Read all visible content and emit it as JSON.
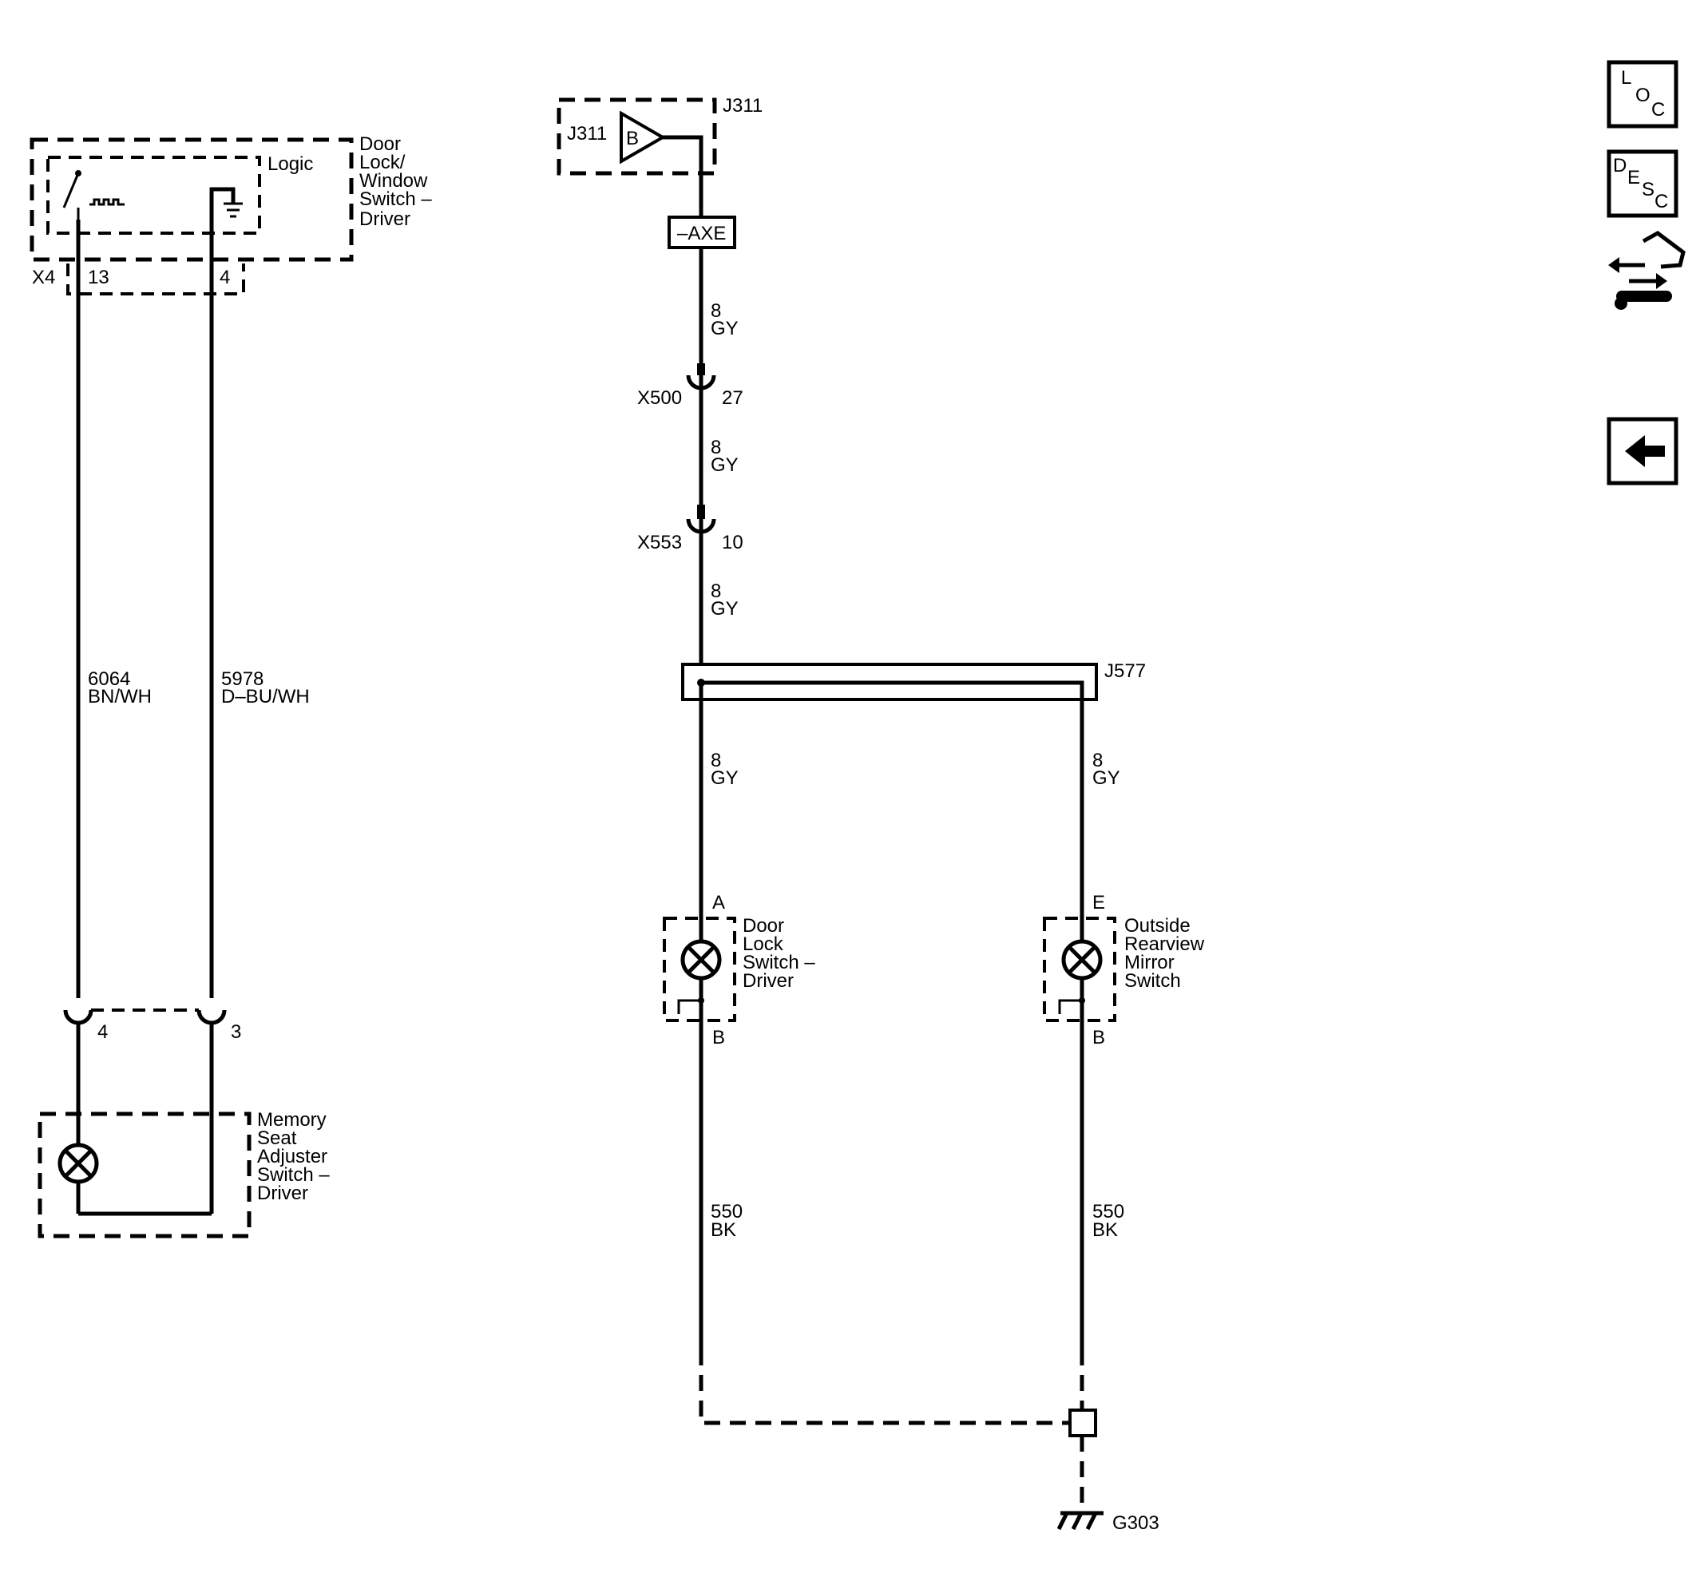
{
  "left_circuit": {
    "module": {
      "name_lines": [
        "Door",
        "Lock/",
        "Window",
        "Switch –",
        "Driver"
      ],
      "logic_label": "Logic"
    },
    "connector": {
      "id": "X4",
      "pins": [
        "13",
        "4"
      ]
    },
    "wires": [
      {
        "circuit": "6064",
        "color": "BN/WH"
      },
      {
        "circuit": "5978",
        "color": "D–BU/WH"
      }
    ],
    "lower_pins": [
      "4",
      "3"
    ],
    "memory_switch": {
      "name_lines": [
        "Memory",
        "Seat",
        "Adjuster",
        "Switch –",
        "Driver"
      ]
    }
  },
  "right_circuit": {
    "source": {
      "id_top": "J311",
      "id_left": "J311",
      "symbol": "B"
    },
    "option_box": "–AXE",
    "segments": [
      {
        "gauge": "8",
        "color": "GY"
      },
      {
        "gauge": "8",
        "color": "GY"
      },
      {
        "gauge": "8",
        "color": "GY"
      }
    ],
    "connectors": [
      {
        "id": "X500",
        "pin": "27"
      },
      {
        "id": "X553",
        "pin": "10"
      }
    ],
    "splice": "J577",
    "branches": [
      {
        "gauge": "8",
        "color": "GY",
        "pin_top": "A",
        "pin_bottom": "B",
        "name_lines": [
          "Door",
          "Lock",
          "Switch –",
          "Driver"
        ],
        "ground_gauge": "550",
        "ground_color": "BK"
      },
      {
        "gauge": "8",
        "color": "GY",
        "pin_top": "E",
        "pin_bottom": "B",
        "name_lines": [
          "Outside",
          "Rearview",
          "Mirror",
          "Switch"
        ],
        "ground_gauge": "550",
        "ground_color": "BK"
      }
    ],
    "ground": "G303"
  },
  "nav": {
    "loc": {
      "l1": "L",
      "l2": "O",
      "l3": "C"
    },
    "desc": {
      "l1": "D",
      "l2": "E",
      "l3": "S",
      "l4": "C"
    },
    "connector_icon": "connector-view-icon",
    "back_icon": "back-arrow-icon"
  }
}
